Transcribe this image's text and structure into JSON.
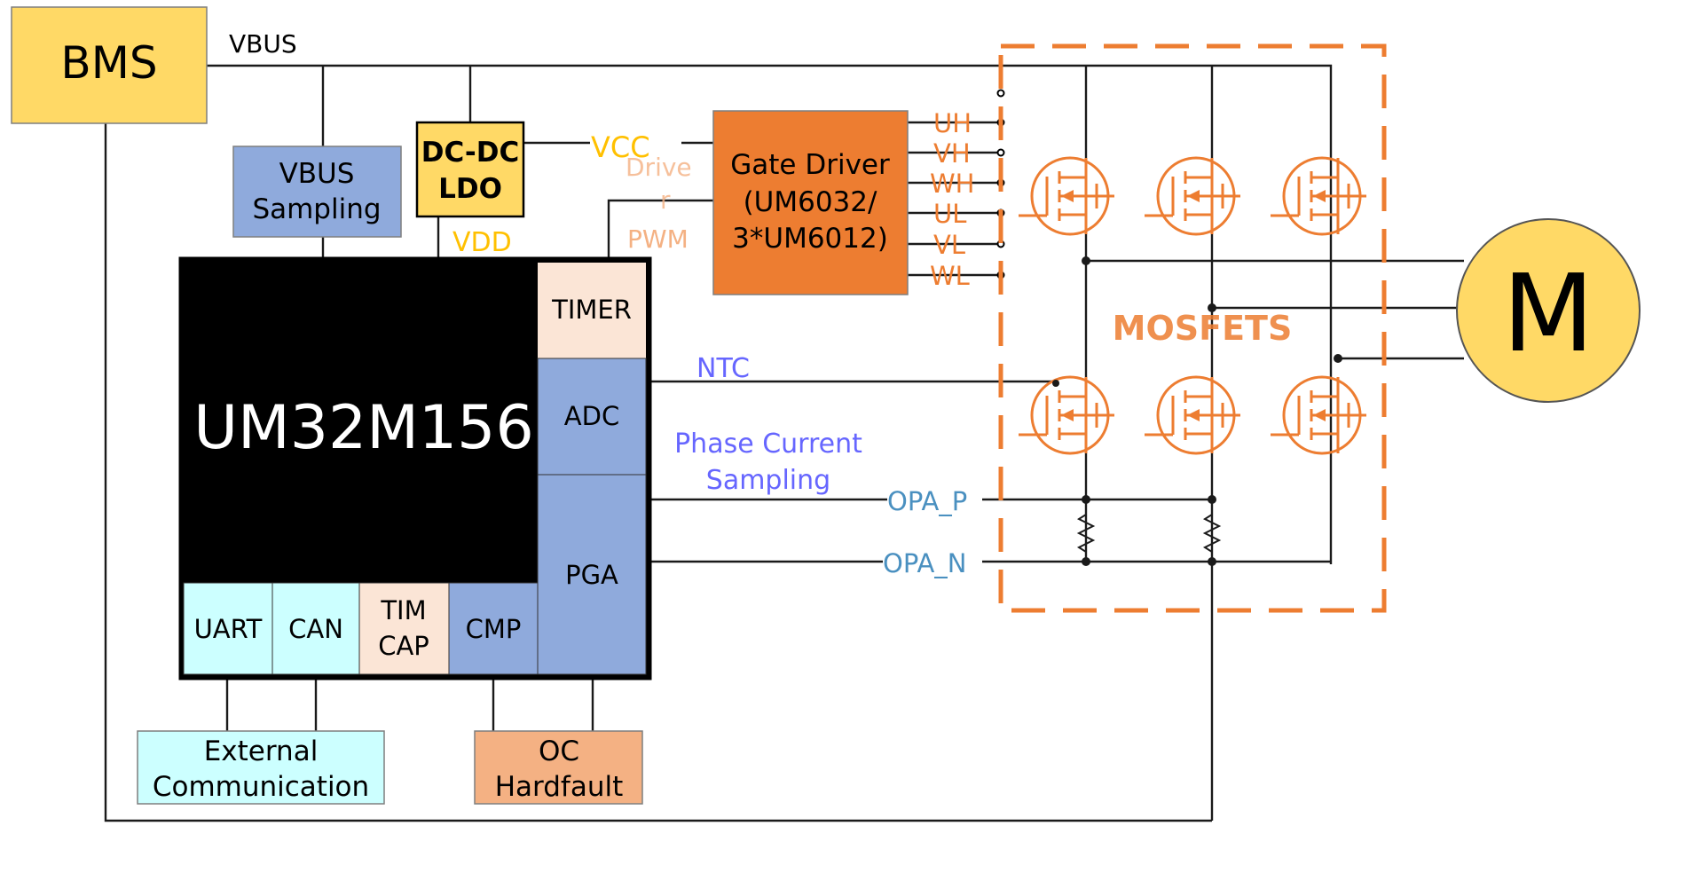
{
  "diagram": {
    "bms": "BMS",
    "vbus": "VBUS",
    "vbus_sampling": [
      "VBUS",
      "Sampling"
    ],
    "dcdc": [
      "DC-DC",
      "LDO"
    ],
    "vcc": "VCC",
    "vdd": "VDD",
    "driver_pwm": [
      "Drive",
      "r",
      "PWM"
    ],
    "gate_driver": [
      "Gate Driver",
      "(UM6032/",
      "3*UM6012)"
    ],
    "gate_signals": [
      "UH",
      "VH",
      "WH",
      "UL",
      "VL",
      "WL"
    ],
    "mcu": "UM32M156",
    "timer": "TIMER",
    "adc": "ADC",
    "pga": "PGA",
    "uart": "UART",
    "can": "CAN",
    "timcap": [
      "TIM",
      "CAP"
    ],
    "cmp": "CMP",
    "ext_comm": [
      "External",
      "Communication"
    ],
    "oc": [
      "OC",
      "Hardfault"
    ],
    "ntc": "NTC",
    "phase_current": [
      "Phase Current",
      "Sampling"
    ],
    "opa_p": "OPA_P",
    "opa_n": "OPA_N",
    "mosfets": "MOSFETS",
    "motor": "M"
  },
  "colors": {
    "bms": "#ffd966",
    "blue_box": "#8faadc",
    "yellow_box": "#ffd966",
    "gate_driver": "#ed7d31",
    "cyan_box": "#ccffff",
    "peach_box": "#fbe5d6",
    "oc_box": "#f4b183",
    "orange": "#ed7d31",
    "blue_text": "#6666ff",
    "steel_text": "#4a90c0",
    "gold_text": "#ffc000",
    "motor": "#ffd966"
  }
}
